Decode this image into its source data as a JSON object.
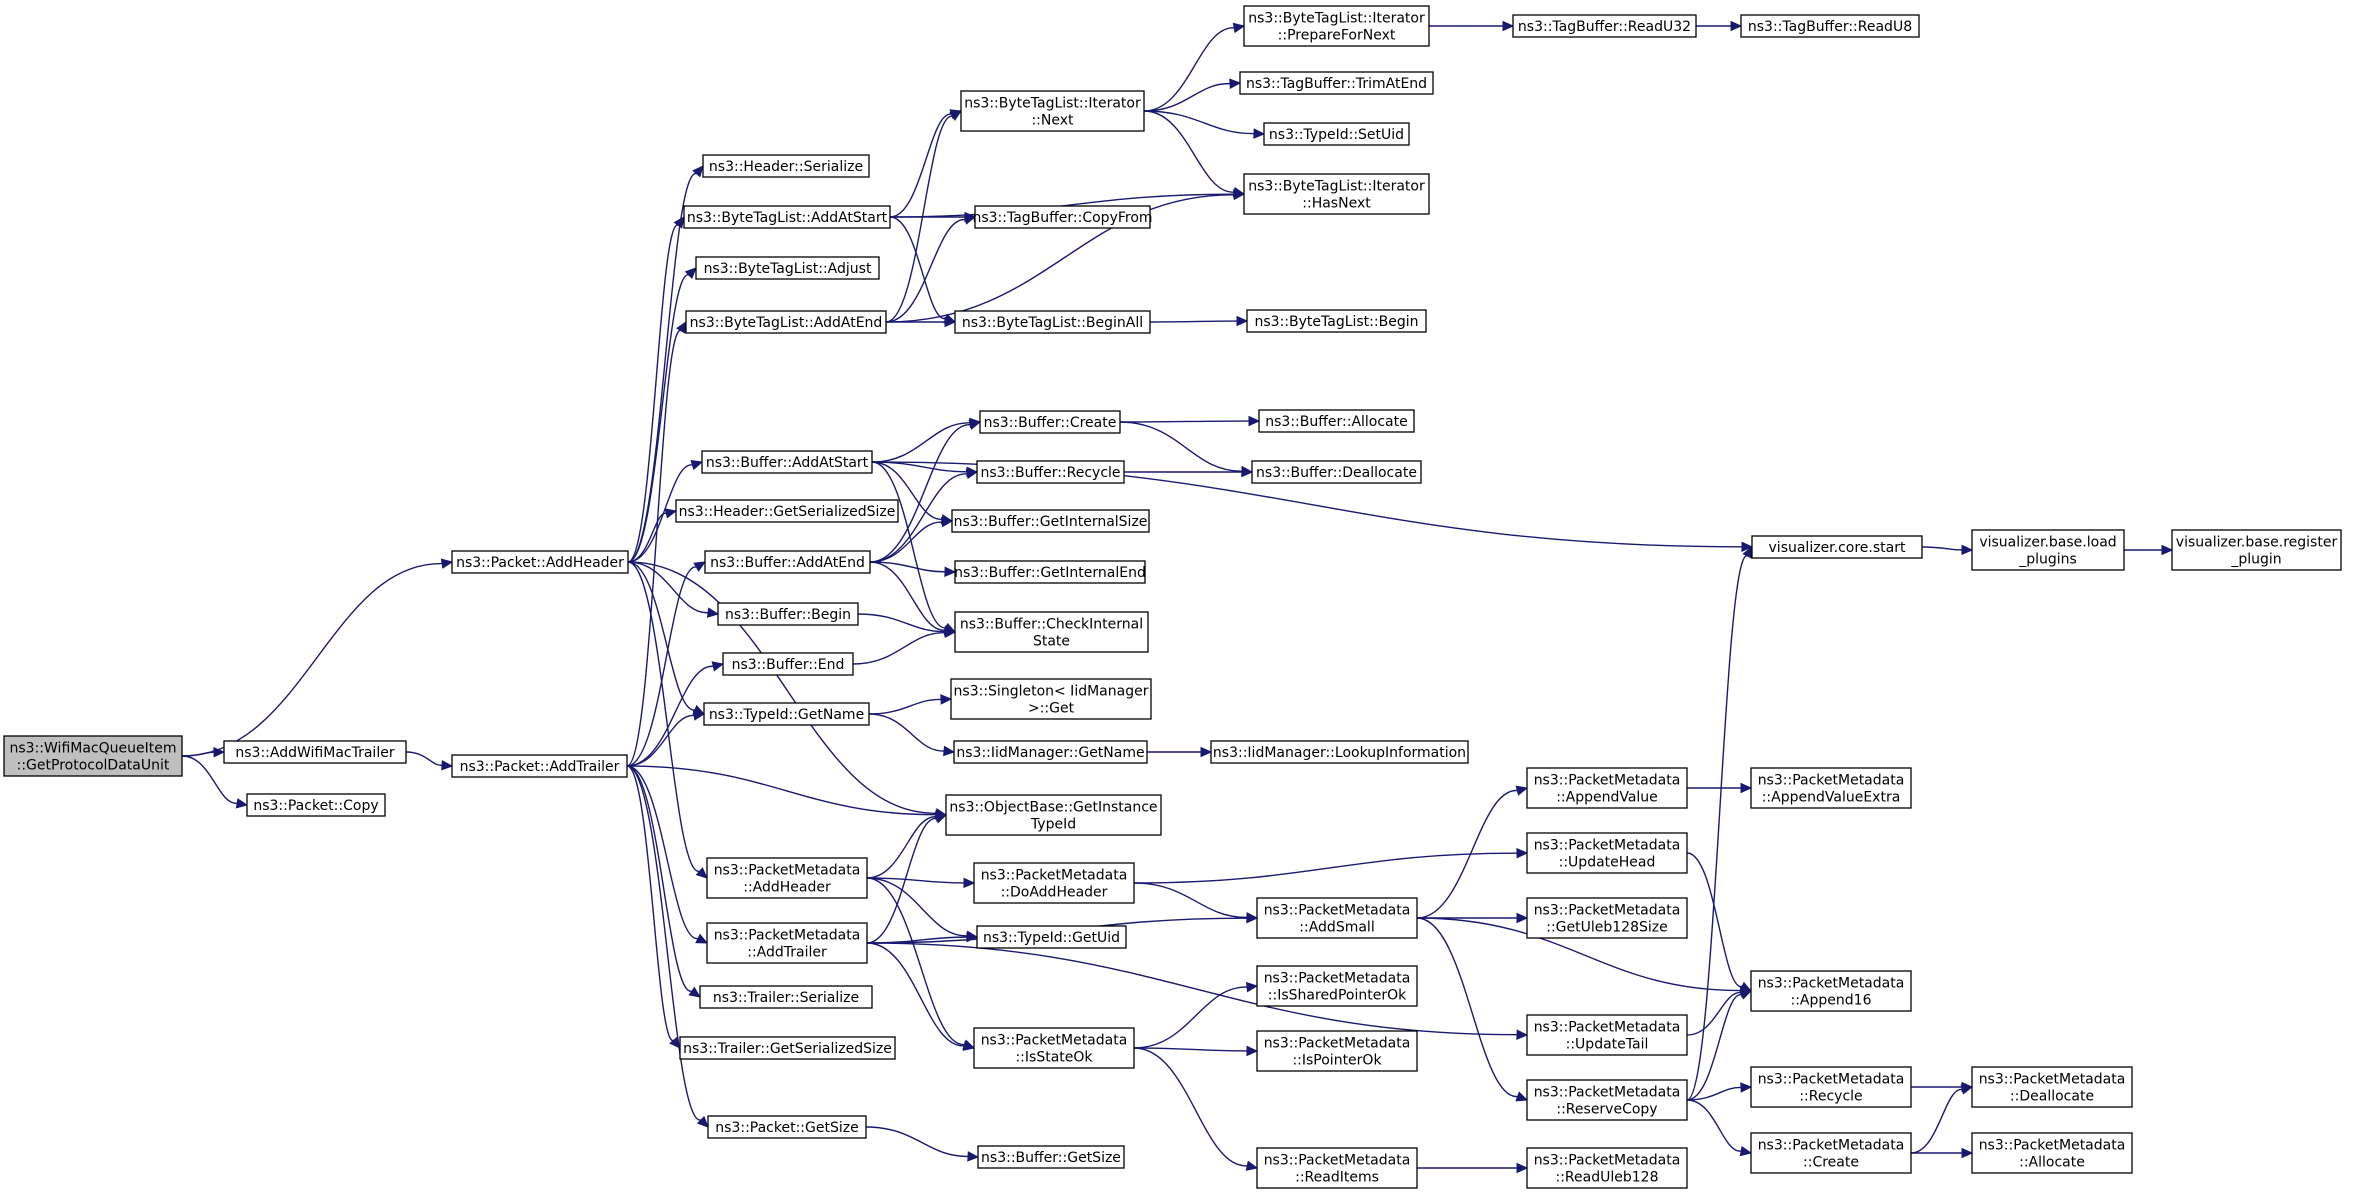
{
  "nodes": [
    {
      "id": "root",
      "label": [
        "ns3::WifiMacQueueItem",
        "::GetProtocolDataUnit"
      ],
      "root": true
    },
    {
      "id": "addheader",
      "label": [
        "ns3::Packet::AddHeader"
      ]
    },
    {
      "id": "addwifimactrailer",
      "label": [
        "ns3::AddWifiMacTrailer"
      ]
    },
    {
      "id": "copy",
      "label": [
        "ns3::Packet::Copy"
      ]
    },
    {
      "id": "addtrailer",
      "label": [
        "ns3::Packet::AddTrailer"
      ]
    },
    {
      "id": "hdr_serialize",
      "label": [
        "ns3::Header::Serialize"
      ]
    },
    {
      "id": "btl_addatstart",
      "label": [
        "ns3::ByteTagList::AddAtStart"
      ]
    },
    {
      "id": "btl_adjust",
      "label": [
        "ns3::ByteTagList::Adjust"
      ]
    },
    {
      "id": "btl_addatend",
      "label": [
        "ns3::ByteTagList::AddAtEnd"
      ]
    },
    {
      "id": "buf_addatstart",
      "label": [
        "ns3::Buffer::AddAtStart"
      ]
    },
    {
      "id": "hdr_getsersize",
      "label": [
        "ns3::Header::GetSerializedSize"
      ]
    },
    {
      "id": "buf_addatend",
      "label": [
        "ns3::Buffer::AddAtEnd"
      ]
    },
    {
      "id": "buf_begin",
      "label": [
        "ns3::Buffer::Begin"
      ]
    },
    {
      "id": "buf_end",
      "label": [
        "ns3::Buffer::End"
      ]
    },
    {
      "id": "typeid_getname",
      "label": [
        "ns3::TypeId::GetName"
      ]
    },
    {
      "id": "pm_addheader",
      "label": [
        "ns3::PacketMetadata",
        "::AddHeader"
      ]
    },
    {
      "id": "pm_addtrailer",
      "label": [
        "ns3::PacketMetadata",
        "::AddTrailer"
      ]
    },
    {
      "id": "trl_serialize",
      "label": [
        "ns3::Trailer::Serialize"
      ]
    },
    {
      "id": "trl_getsersize",
      "label": [
        "ns3::Trailer::GetSerializedSize"
      ]
    },
    {
      "id": "pkt_getsize",
      "label": [
        "ns3::Packet::GetSize"
      ]
    },
    {
      "id": "it_next",
      "label": [
        "ns3::ByteTagList::Iterator",
        "::Next"
      ]
    },
    {
      "id": "tb_copyfrom",
      "label": [
        "ns3::TagBuffer::CopyFrom"
      ]
    },
    {
      "id": "btl_beginall",
      "label": [
        "ns3::ByteTagList::BeginAll"
      ]
    },
    {
      "id": "buf_create",
      "label": [
        "ns3::Buffer::Create"
      ]
    },
    {
      "id": "buf_recycle",
      "label": [
        "ns3::Buffer::Recycle"
      ]
    },
    {
      "id": "buf_getinternalsize",
      "label": [
        "ns3::Buffer::GetInternalSize"
      ]
    },
    {
      "id": "buf_getinternalend",
      "label": [
        "ns3::Buffer::GetInternalEnd"
      ]
    },
    {
      "id": "buf_checkinternal",
      "label": [
        "ns3::Buffer::CheckInternal",
        "State"
      ]
    },
    {
      "id": "singleton_get",
      "label": [
        "ns3::Singleton< IidManager",
        ">::Get"
      ]
    },
    {
      "id": "iid_getname",
      "label": [
        "ns3::IidManager::GetName"
      ]
    },
    {
      "id": "ob_getinstance",
      "label": [
        "ns3::ObjectBase::GetInstance",
        "TypeId"
      ]
    },
    {
      "id": "pm_doaddheader",
      "label": [
        "ns3::PacketMetadata",
        "::DoAddHeader"
      ]
    },
    {
      "id": "typeid_getuid",
      "label": [
        "ns3::TypeId::GetUid"
      ]
    },
    {
      "id": "pm_isstateok",
      "label": [
        "ns3::PacketMetadata",
        "::IsStateOk"
      ]
    },
    {
      "id": "buf_getsize",
      "label": [
        "ns3::Buffer::GetSize"
      ]
    },
    {
      "id": "it_preparefornext",
      "label": [
        "ns3::ByteTagList::Iterator",
        "::PrepareForNext"
      ]
    },
    {
      "id": "tb_trimatend",
      "label": [
        "ns3::TagBuffer::TrimAtEnd"
      ]
    },
    {
      "id": "typeid_setuid",
      "label": [
        "ns3::TypeId::SetUid"
      ]
    },
    {
      "id": "it_hasnext",
      "label": [
        "ns3::ByteTagList::Iterator",
        "::HasNext"
      ]
    },
    {
      "id": "btl_begin",
      "label": [
        "ns3::ByteTagList::Begin"
      ]
    },
    {
      "id": "buf_allocate",
      "label": [
        "ns3::Buffer::Allocate"
      ]
    },
    {
      "id": "buf_deallocate",
      "label": [
        "ns3::Buffer::Deallocate"
      ]
    },
    {
      "id": "iid_lookupinfo",
      "label": [
        "ns3::IidManager::LookupInformation"
      ]
    },
    {
      "id": "pm_addsmall",
      "label": [
        "ns3::PacketMetadata",
        "::AddSmall"
      ]
    },
    {
      "id": "pm_issharedptrok",
      "label": [
        "ns3::PacketMetadata",
        "::IsSharedPointerOk"
      ]
    },
    {
      "id": "pm_ispointerok",
      "label": [
        "ns3::PacketMetadata",
        "::IsPointerOk"
      ]
    },
    {
      "id": "pm_readitems",
      "label": [
        "ns3::PacketMetadata",
        "::ReadItems"
      ]
    },
    {
      "id": "tb_readu32",
      "label": [
        "ns3::TagBuffer::ReadU32"
      ]
    },
    {
      "id": "tb_readu8",
      "label": [
        "ns3::TagBuffer::ReadU8"
      ]
    },
    {
      "id": "vis_core_start",
      "label": [
        "visualizer.core.start"
      ]
    },
    {
      "id": "pm_appendvalue",
      "label": [
        "ns3::PacketMetadata",
        "::AppendValue"
      ]
    },
    {
      "id": "pm_updatehead",
      "label": [
        "ns3::PacketMetadata",
        "::UpdateHead"
      ]
    },
    {
      "id": "pm_getuleb128size",
      "label": [
        "ns3::PacketMetadata",
        "::GetUleb128Size"
      ]
    },
    {
      "id": "pm_updatetail",
      "label": [
        "ns3::PacketMetadata",
        "::UpdateTail"
      ]
    },
    {
      "id": "pm_reservecopy",
      "label": [
        "ns3::PacketMetadata",
        "::ReserveCopy"
      ]
    },
    {
      "id": "pm_readuleb128",
      "label": [
        "ns3::PacketMetadata",
        "::ReadUleb128"
      ]
    },
    {
      "id": "vis_base_load",
      "label": [
        "visualizer.base.load",
        "_plugins"
      ]
    },
    {
      "id": "pm_appendvalueextra",
      "label": [
        "ns3::PacketMetadata",
        "::AppendValueExtra"
      ]
    },
    {
      "id": "pm_append16",
      "label": [
        "ns3::PacketMetadata",
        "::Append16"
      ]
    },
    {
      "id": "pm_recycle",
      "label": [
        "ns3::PacketMetadata",
        "::Recycle"
      ]
    },
    {
      "id": "pm_create",
      "label": [
        "ns3::PacketMetadata",
        "::Create"
      ]
    },
    {
      "id": "vis_base_register",
      "label": [
        "visualizer.base.register",
        "_plugin"
      ]
    },
    {
      "id": "pm_deallocate",
      "label": [
        "ns3::PacketMetadata",
        "::Deallocate"
      ]
    },
    {
      "id": "pm_allocate",
      "label": [
        "ns3::PacketMetadata",
        "::Allocate"
      ]
    }
  ],
  "edges": [
    [
      "root",
      "addheader"
    ],
    [
      "root",
      "addwifimactrailer"
    ],
    [
      "root",
      "copy"
    ],
    [
      "addwifimactrailer",
      "addtrailer"
    ],
    [
      "addheader",
      "hdr_serialize"
    ],
    [
      "addheader",
      "btl_addatstart"
    ],
    [
      "addheader",
      "btl_adjust"
    ],
    [
      "addheader",
      "buf_addatstart"
    ],
    [
      "addheader",
      "hdr_getsersize"
    ],
    [
      "addheader",
      "buf_begin"
    ],
    [
      "addheader",
      "typeid_getname"
    ],
    [
      "addheader",
      "ob_getinstance"
    ],
    [
      "addheader",
      "pm_addheader"
    ],
    [
      "addtrailer",
      "btl_addatend"
    ],
    [
      "addtrailer",
      "buf_addatend"
    ],
    [
      "addtrailer",
      "buf_end"
    ],
    [
      "addtrailer",
      "typeid_getname"
    ],
    [
      "addtrailer",
      "ob_getinstance"
    ],
    [
      "addtrailer",
      "pm_addtrailer"
    ],
    [
      "addtrailer",
      "trl_serialize"
    ],
    [
      "addtrailer",
      "trl_getsersize"
    ],
    [
      "addtrailer",
      "pkt_getsize"
    ],
    [
      "btl_addatstart",
      "it_next"
    ],
    [
      "btl_addatstart",
      "it_hasnext"
    ],
    [
      "btl_addatstart",
      "tb_copyfrom"
    ],
    [
      "btl_addatstart",
      "btl_beginall"
    ],
    [
      "btl_addatend",
      "it_next"
    ],
    [
      "btl_addatend",
      "tb_copyfrom"
    ],
    [
      "btl_addatend",
      "it_hasnext"
    ],
    [
      "btl_addatend",
      "btl_beginall"
    ],
    [
      "it_next",
      "it_preparefornext"
    ],
    [
      "it_next",
      "tb_trimatend"
    ],
    [
      "it_next",
      "typeid_setuid"
    ],
    [
      "it_next",
      "it_hasnext"
    ],
    [
      "it_preparefornext",
      "tb_readu32"
    ],
    [
      "tb_readu32",
      "tb_readu8"
    ],
    [
      "btl_beginall",
      "btl_begin"
    ],
    [
      "buf_addatstart",
      "vis_core_start"
    ],
    [
      "buf_addatstart",
      "buf_create"
    ],
    [
      "buf_addatstart",
      "buf_recycle"
    ],
    [
      "buf_addatstart",
      "buf_getinternalsize"
    ],
    [
      "buf_addatstart",
      "buf_checkinternal"
    ],
    [
      "buf_addatend",
      "buf_create"
    ],
    [
      "buf_addatend",
      "buf_recycle"
    ],
    [
      "buf_addatend",
      "buf_getinternalsize"
    ],
    [
      "buf_addatend",
      "buf_getinternalend"
    ],
    [
      "buf_addatend",
      "buf_checkinternal"
    ],
    [
      "buf_create",
      "buf_allocate"
    ],
    [
      "buf_create",
      "buf_deallocate"
    ],
    [
      "buf_recycle",
      "buf_deallocate"
    ],
    [
      "buf_begin",
      "buf_checkinternal"
    ],
    [
      "buf_end",
      "buf_checkinternal"
    ],
    [
      "typeid_getname",
      "singleton_get"
    ],
    [
      "typeid_getname",
      "iid_getname"
    ],
    [
      "iid_getname",
      "iid_lookupinfo"
    ],
    [
      "pm_addheader",
      "ob_getinstance"
    ],
    [
      "pm_addheader",
      "pm_doaddheader"
    ],
    [
      "pm_addheader",
      "typeid_getuid"
    ],
    [
      "pm_addheader",
      "pm_isstateok"
    ],
    [
      "pm_addtrailer",
      "ob_getinstance"
    ],
    [
      "pm_addtrailer",
      "typeid_getuid"
    ],
    [
      "pm_addtrailer",
      "pm_isstateok"
    ],
    [
      "pm_addtrailer",
      "pm_addsmall"
    ],
    [
      "pm_addtrailer",
      "pm_updatetail"
    ],
    [
      "pm_doaddheader",
      "pm_updatehead"
    ],
    [
      "pm_doaddheader",
      "pm_addsmall"
    ],
    [
      "pm_isstateok",
      "pm_issharedptrok"
    ],
    [
      "pm_isstateok",
      "pm_ispointerok"
    ],
    [
      "pm_isstateok",
      "pm_readitems"
    ],
    [
      "pkt_getsize",
      "buf_getsize"
    ],
    [
      "pm_addsmall",
      "pm_appendvalue"
    ],
    [
      "pm_addsmall",
      "pm_getuleb128size"
    ],
    [
      "pm_addsmall",
      "pm_append16"
    ],
    [
      "pm_addsmall",
      "pm_reservecopy"
    ],
    [
      "pm_readitems",
      "pm_readuleb128"
    ],
    [
      "pm_appendvalue",
      "pm_appendvalueextra"
    ],
    [
      "pm_updatehead",
      "pm_append16"
    ],
    [
      "pm_updatetail",
      "pm_append16"
    ],
    [
      "pm_reservecopy",
      "vis_core_start"
    ],
    [
      "pm_reservecopy",
      "pm_append16"
    ],
    [
      "pm_reservecopy",
      "pm_recycle"
    ],
    [
      "pm_reservecopy",
      "pm_create"
    ],
    [
      "pm_recycle",
      "pm_deallocate"
    ],
    [
      "pm_create",
      "pm_deallocate"
    ],
    [
      "pm_create",
      "pm_allocate"
    ],
    [
      "vis_core_start",
      "vis_base_load"
    ],
    [
      "vis_base_load",
      "vis_base_register"
    ]
  ]
}
